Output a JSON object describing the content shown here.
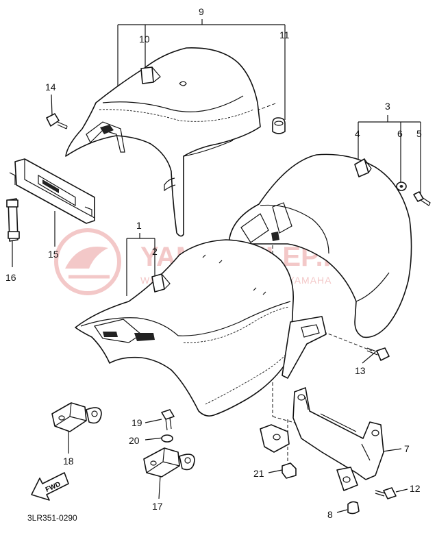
{
  "diagram": {
    "code": "3LR351-0290",
    "direction_label": "FWD",
    "watermark": {
      "title": "YAMA-SKLEP.PL",
      "subtitle": "WOJCIECHOWICZ | DEALER YAMAHA",
      "color": "#f2c3c3"
    },
    "callouts": {
      "c1": "1",
      "c2": "2",
      "c3": "3",
      "c4": "4",
      "c5": "5",
      "c6": "6",
      "c7": "7",
      "c8": "8",
      "c9": "9",
      "c10": "10",
      "c11": "11",
      "c12": "12",
      "c13": "13",
      "c14": "14",
      "c15": "15",
      "c16": "16",
      "c17": "17",
      "c18": "18",
      "c19": "19",
      "c20": "20",
      "c21": "21"
    }
  }
}
